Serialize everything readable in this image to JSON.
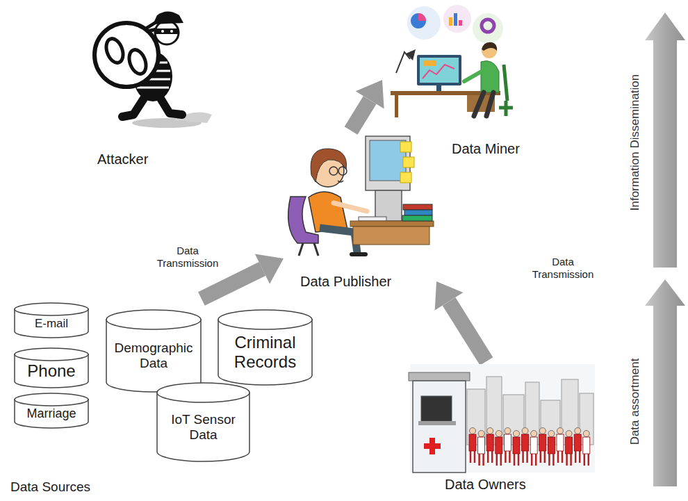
{
  "diagram": {
    "nodes": [
      {
        "text": [
          "Attacker"
        ]
      },
      {
        "text": [
          "Data Miner"
        ]
      },
      {
        "text": [
          "Data Publisher"
        ]
      },
      {
        "text": [
          "Data Sources"
        ]
      },
      {
        "text": [
          "E-mail"
        ],
        "in": 3
      },
      {
        "text": [
          "Phone"
        ],
        "in": 3
      },
      {
        "text": [
          "Marriage"
        ],
        "in": 3
      },
      {
        "text": [
          "Demographic Data"
        ],
        "in": 3
      },
      {
        "text": [
          "Criminal Records"
        ],
        "in": 3
      },
      {
        "text": [
          "IoT Sensor Data"
        ],
        "in": 3
      },
      {
        "text": [
          "Data Owners"
        ]
      }
    ],
    "edges": [
      {
        "from": 3,
        "to": 2,
        "arrow": "to",
        "label": "Data Transmission"
      },
      {
        "from": 10,
        "to": 2,
        "arrow": "to",
        "label": "Data Transmission"
      },
      {
        "from": 2,
        "to": 1,
        "arrow": "to"
      }
    ],
    "labels": [
      "Information Dissemination",
      "Data assortment"
    ]
  }
}
